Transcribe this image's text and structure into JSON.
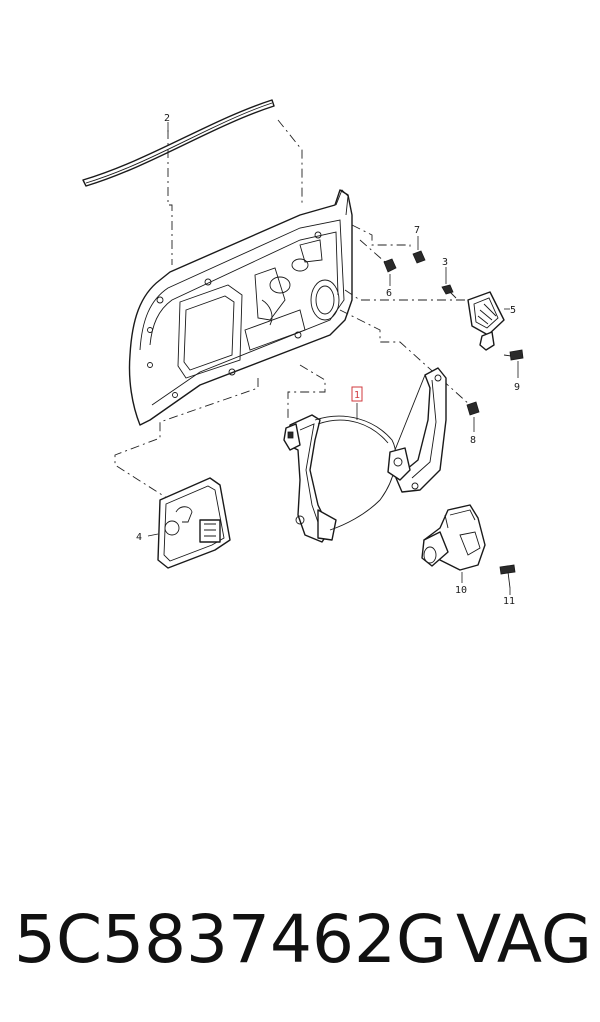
{
  "diagram": {
    "callouts": {
      "c1": "1",
      "c2": "2",
      "c3": "3",
      "c4": "4",
      "c5": "5",
      "c6": "6",
      "c7": "7",
      "c8": "8",
      "c9": "9",
      "c10": "10",
      "c11": "11"
    },
    "highlight_color": "#d0393e"
  },
  "footer": {
    "part_number": "5C5837462G",
    "brand": "VAG"
  }
}
